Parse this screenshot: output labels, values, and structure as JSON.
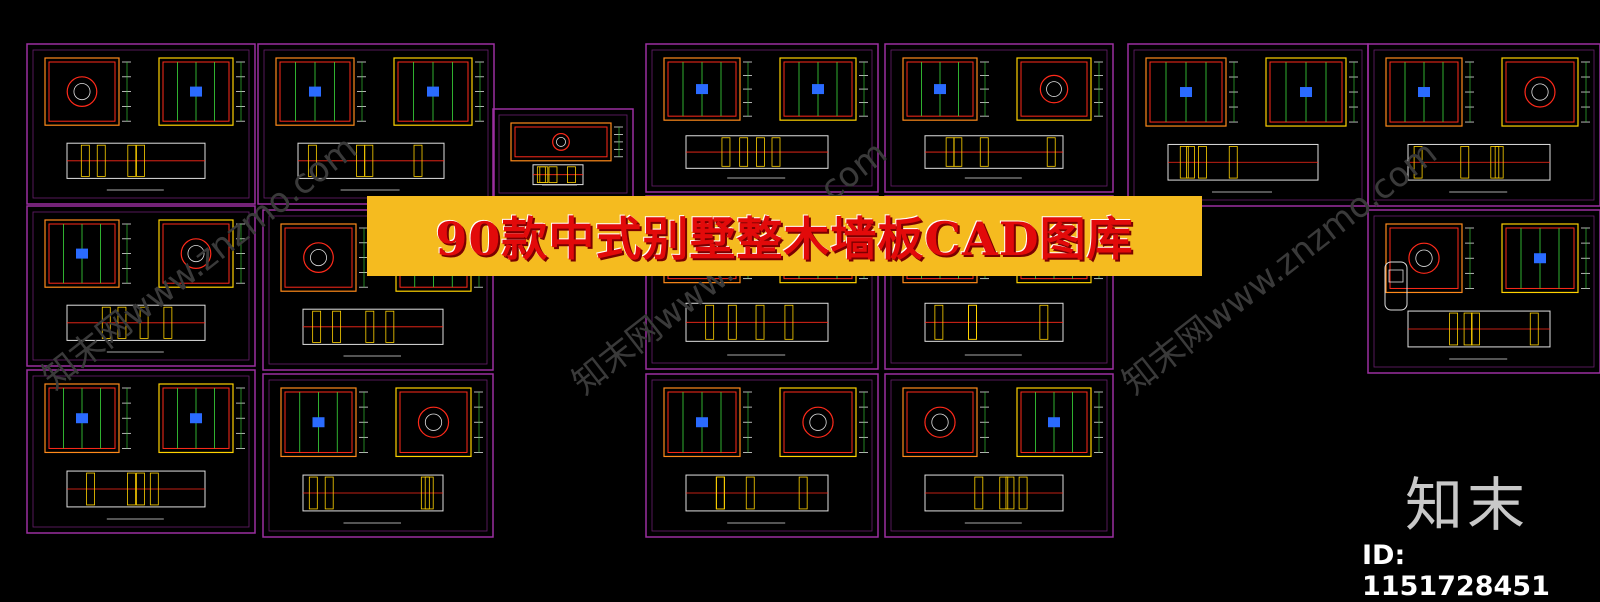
{
  "banner": {
    "title": "90款中式别墅整木墙板CAD图库"
  },
  "watermark": {
    "site": "知末网www.znzmo.com"
  },
  "brand": {
    "logo": "知末",
    "id_label": "ID: 1151728451"
  },
  "colors": {
    "background": "#000000",
    "frame": "#9b2fa0",
    "banner_bg": "#f5bb1f",
    "banner_text": "#e20a0a",
    "cad_palette": [
      "#ff2a1a",
      "#ffd200",
      "#3bdc3b",
      "#e0e0e0",
      "#2a6bff",
      "#ff8a1a",
      "#00d6d6"
    ]
  }
}
